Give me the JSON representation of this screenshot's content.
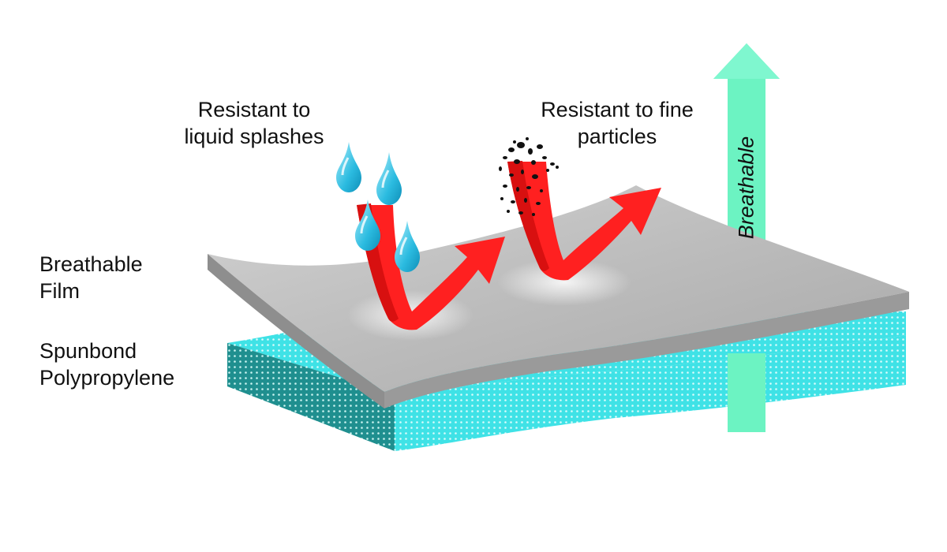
{
  "labels": {
    "breathable_film": [
      "Breathable",
      "Film"
    ],
    "spunbond": [
      "Spunbond",
      "Polypropylene"
    ],
    "liquid": [
      "Resistant to",
      "liquid splashes"
    ],
    "particles": [
      "Resistant to fine",
      "particles"
    ],
    "breathable": "Breathable"
  },
  "colors": {
    "film_top": "#b9b9b9",
    "film_edge": "#8c8c8c",
    "fabric_top": "#3ee0e4",
    "fabric_edge": "#1e8c8c",
    "red_arrow": "#ff1f1f",
    "breath_arrow": "#66f5c2",
    "drop": "#3cc6e6"
  },
  "icons": [
    "water-drop-icon",
    "particle-icon",
    "deflect-arrow-icon",
    "breathable-arrow-icon"
  ]
}
